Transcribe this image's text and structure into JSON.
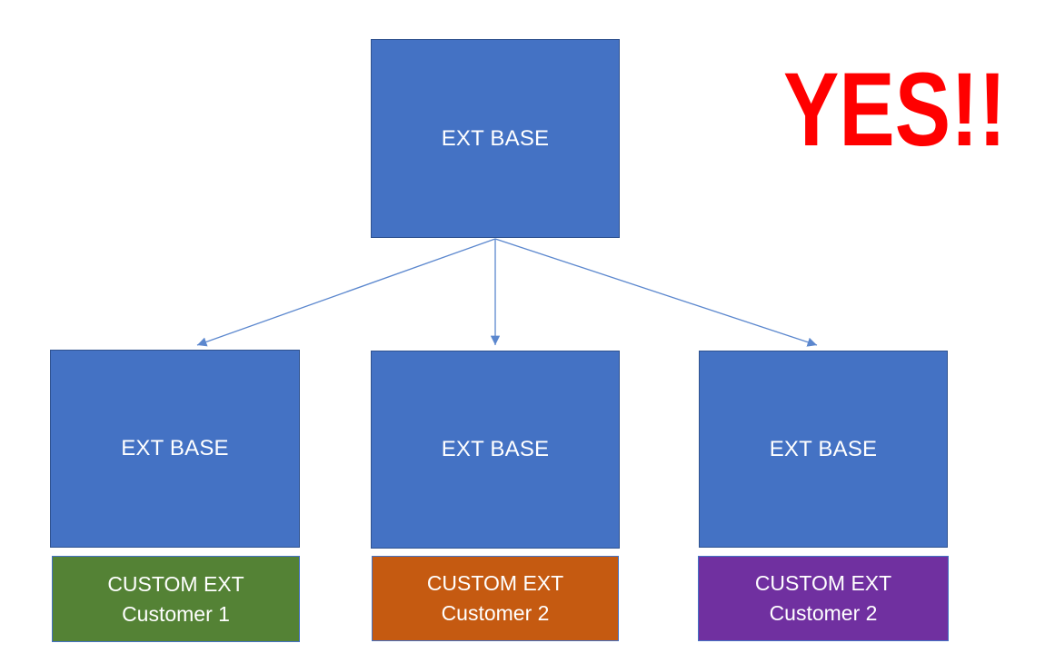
{
  "annotation": {
    "label": "YES!!",
    "color": "#FF0000"
  },
  "colors": {
    "base_fill": "#4472C4",
    "base_border": "#2F528F",
    "custom_border": "#4472C4",
    "arrow": "#5B87CE",
    "label_text": "#FFFFFF"
  },
  "diagram": {
    "root": {
      "label": "EXT BASE"
    },
    "branches": [
      {
        "base_label": "EXT BASE",
        "custom": {
          "line1": "CUSTOM EXT",
          "line2": "Customer 1",
          "fill": "#548235"
        }
      },
      {
        "base_label": "EXT BASE",
        "custom": {
          "line1": "CUSTOM EXT",
          "line2": "Customer 2",
          "fill": "#C55A11"
        }
      },
      {
        "base_label": "EXT BASE",
        "custom": {
          "line1": "CUSTOM EXT",
          "line2": "Customer 2",
          "fill": "#7030A0"
        }
      }
    ]
  }
}
